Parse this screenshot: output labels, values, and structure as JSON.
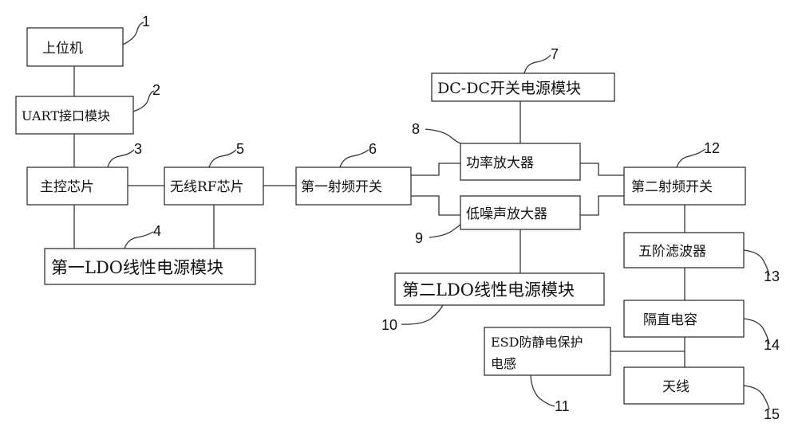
{
  "blocks": {
    "host_pc": "上位机",
    "uart_module": "UART接口模块",
    "main_chip": "主控芯片",
    "wireless_rf_chip": "无线RF芯片",
    "ldo1": "第一LDO线性电源模块",
    "rf_switch1": "第一射频开关",
    "dcdc": "DC-DC开关电源模块",
    "power_amp": "功率放大器",
    "lna": "低噪声放大器",
    "ldo2": "第二LDO线性电源模块",
    "rf_switch2": "第二射频开关",
    "filter5": "五阶滤波器",
    "dc_block_cap": "隔直电容",
    "esd_line1": "ESD防静电保护",
    "esd_line2": "电感",
    "antenna": "天线"
  },
  "refs": {
    "r1": "1",
    "r2": "2",
    "r3": "3",
    "r4": "4",
    "r5": "5",
    "r6": "6",
    "r7": "7",
    "r8": "8",
    "r9": "9",
    "r10": "10",
    "r11": "11",
    "r12": "12",
    "r13": "13",
    "r14": "14",
    "r15": "15"
  }
}
